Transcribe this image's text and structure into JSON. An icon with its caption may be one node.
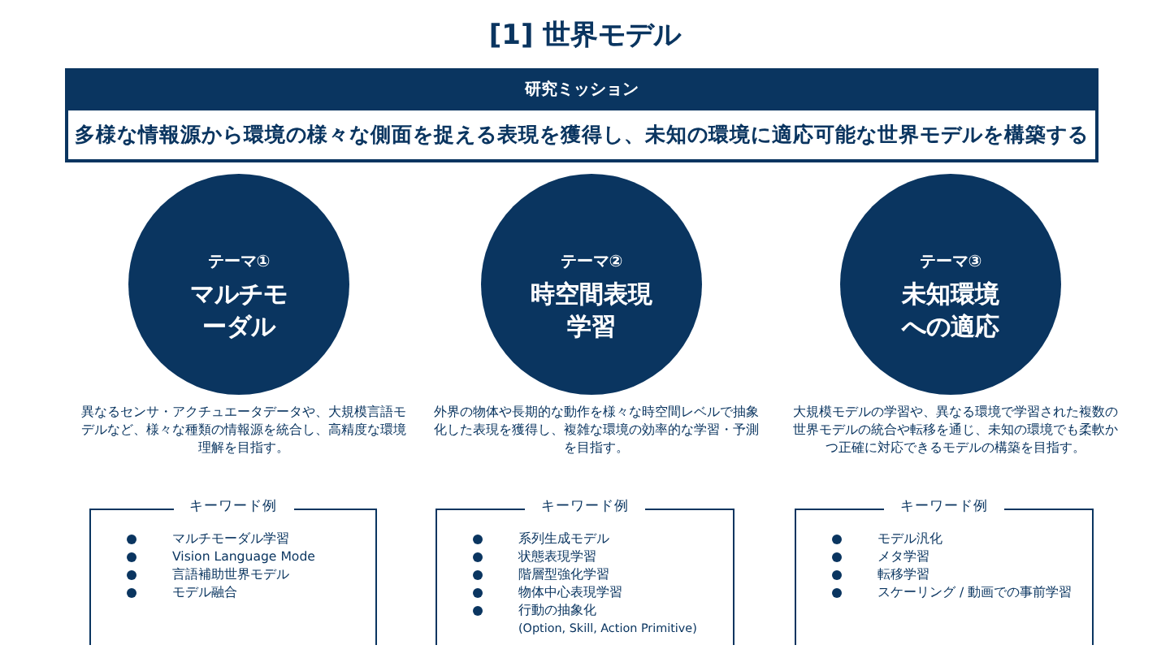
{
  "diagram": {
    "title": "[1] 世界モデル",
    "nodes": [
      {
        "text": [
          "研究ミッション",
          "多様な情報源から環境の様々な側面を捉える表現を獲得し、未知の環境に適応可能な世界モデルを構築する"
        ]
      },
      {
        "text": [
          "テーマ①",
          "マルチモーダル"
        ],
        "beside": [
          "異なるセンサ・アクチュエータデータや、大規模言語モデルなど、様々な種類の情報源を統合し、高精度な環境理解を目指す。"
        ]
      },
      {
        "text": [
          "テーマ②",
          "時空間表現学習"
        ],
        "beside": [
          "外界の物体や長期的な動作を様々な時空間レベルで抽象化した表現を獲得し、複雑な環境の効率的な学習・予測を目指す。"
        ]
      },
      {
        "text": [
          "テーマ③",
          "未知環境への適応"
        ],
        "beside": [
          "大規模モデルの学習や、異なる環境で学習された複数の世界モデルの統合や転移を通じ、未知の環境でも柔軟かつ正確に対応できるモデルの構築を目指す。"
        ]
      },
      {
        "text": [
          "キーワード例",
          "マルチモーダル学習",
          "Vision Language Mode",
          "言語補助世界モデル",
          "モデル融合"
        ]
      },
      {
        "text": [
          "キーワード例",
          "系列生成モデル",
          "状態表現学習",
          "階層型強化学習",
          "物体中心表現学習",
          "行動の抽象化",
          "(Option, Skill, Action Primitive)"
        ]
      },
      {
        "text": [
          "キーワード例",
          "モデル汎化",
          "メタ学習",
          "転移学習",
          "スケーリング / 動画での事前学習"
        ]
      }
    ],
    "edges": []
  }
}
